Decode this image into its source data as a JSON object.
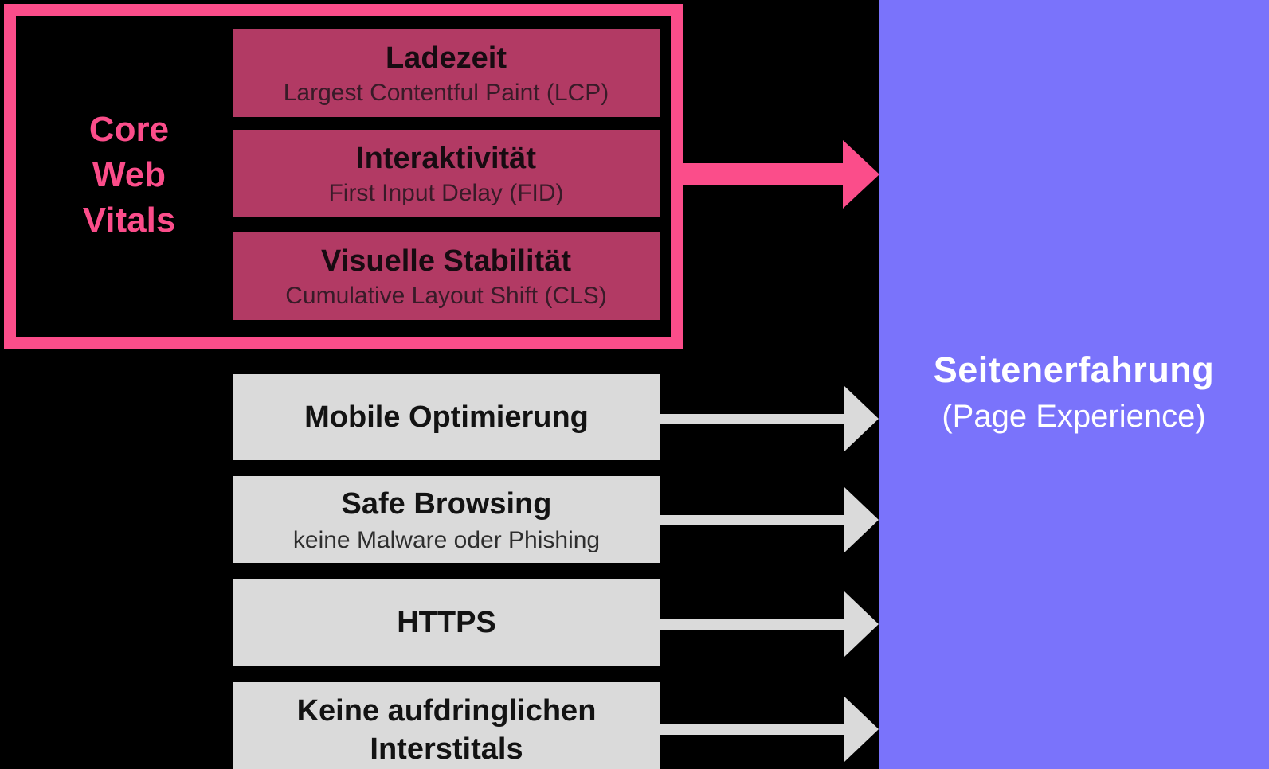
{
  "colors": {
    "background": "#000000",
    "pink": "#fb4d8a",
    "maroon": "#b23a64",
    "gray": "#dadada",
    "purple": "#7a73fb"
  },
  "group_label": "Core\nWeb\nVitals",
  "core_items": [
    {
      "title": "Ladezeit",
      "subtitle": "Largest Contentful Paint (LCP)"
    },
    {
      "title": "Interaktivität",
      "subtitle": "First Input Delay (FID)"
    },
    {
      "title": "Visuelle Stabilität",
      "subtitle": "Cumulative Layout Shift (CLS)"
    }
  ],
  "other_items": [
    {
      "title": "Mobile Optimierung"
    },
    {
      "title": "Safe Browsing",
      "subtitle": "keine Malware oder Phishing"
    },
    {
      "title": "HTTPS"
    },
    {
      "title": "Keine aufdringlichen Interstitals"
    }
  ],
  "result": {
    "title": "Seitenerfahrung",
    "subtitle": "(Page Experience)"
  }
}
